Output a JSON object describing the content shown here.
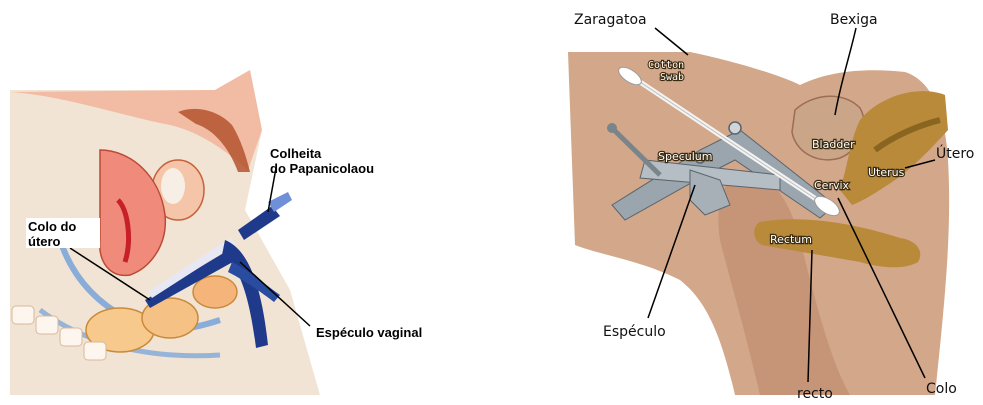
{
  "left_diagram": {
    "labels": {
      "pap_line1": "Colheita",
      "pap_line2": "do Papanicolaou",
      "cervix_line1": "Colo do",
      "cervix_line2": "útero",
      "speculum": "Espéculo vaginal"
    }
  },
  "right_diagram": {
    "english_labels": {
      "cotton_line1": "Cotton",
      "cotton_line2": "Swab",
      "speculum": "Speculum",
      "bladder": "Bladder",
      "uterus": "Uterus",
      "cervix": "Cervix",
      "rectum": "Rectum"
    },
    "portuguese_labels": {
      "swab": "Zaragatoa",
      "bladder": "Bexiga",
      "uterus": "Útero",
      "speculum": "Espéculo",
      "rectum": "recto",
      "cervix": "Colo"
    }
  }
}
